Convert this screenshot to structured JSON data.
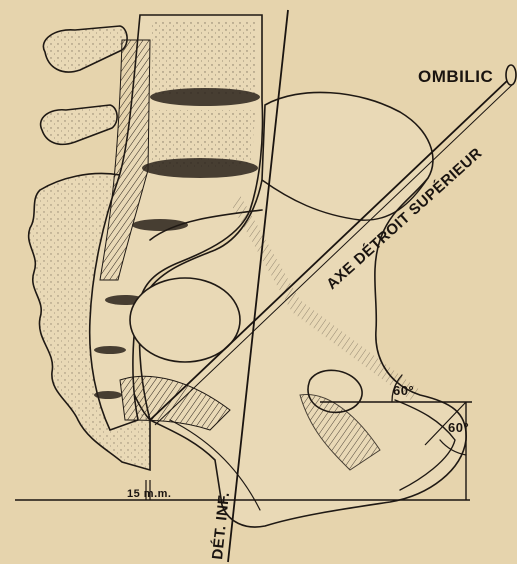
{
  "labels": {
    "umbilicus": "OMBILIC",
    "inlet_axis": "AXE DÉTROIT SUPÉRIEUR",
    "outlet": "DÉT. INF.",
    "angle_a": "60°",
    "angle_b": "60°",
    "measurement": "15 m.m."
  },
  "colors": {
    "paper": "#e6d4ad",
    "ink": "#1f1914"
  }
}
